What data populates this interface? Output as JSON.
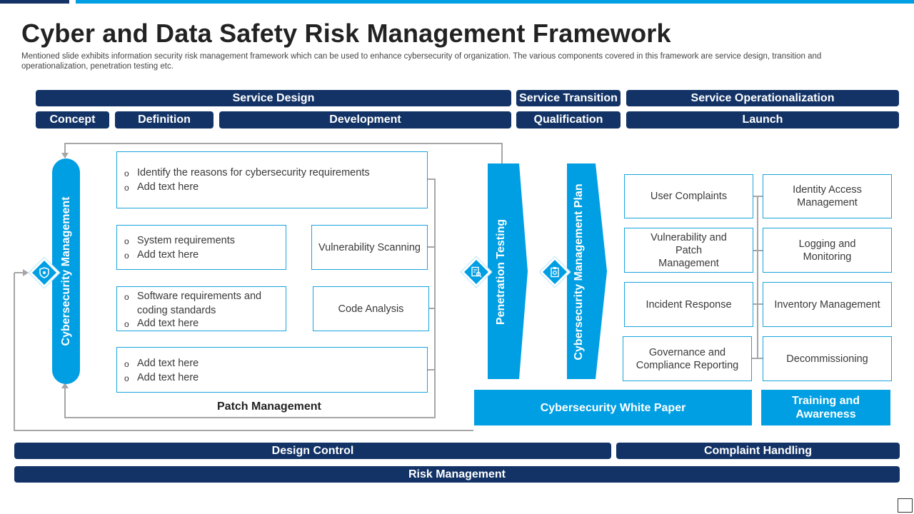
{
  "header": {
    "title": "Cyber and Data Safety Risk Management Framework",
    "subtitle": "Mentioned slide exhibits information security risk management framework which can be used to enhance cybersecurity of organization. The various components covered in this framework are service design, transition and operationalization, penetration testing etc."
  },
  "phases": {
    "service_design": "Service Design",
    "service_transition": "Service Transition",
    "service_operationalization": "Service Operationalization"
  },
  "stages": {
    "concept": "Concept",
    "definition": "Definition",
    "development": "Development",
    "qualification": "Qualification",
    "launch": "Launch"
  },
  "left_pillar": {
    "label": "Cybersecurity Management"
  },
  "design_boxes": {
    "identify": {
      "line1": "Identify the reasons for cybersecurity requirements",
      "line2": "Add text here"
    },
    "system": {
      "line1": "System requirements",
      "line2": "Add text here"
    },
    "software": {
      "line1a": "Software requirements and",
      "line1b": "coding standards",
      "line2": "Add text here"
    },
    "other": {
      "line1": "Add text here",
      "line2": "Add text here"
    },
    "bullet_glyph": "o",
    "vulnerability_scanning": "Vulnerability Scanning",
    "code_analysis": "Code Analysis",
    "patch_management": "Patch Management"
  },
  "transition": {
    "penetration_testing": "Penetration Testing",
    "management_plan": "Cybersecurity Management Plan"
  },
  "operations": {
    "left": [
      {
        "line1": "User Complaints",
        "line2": "",
        "line3": ""
      },
      {
        "line1": "Vulnerability and",
        "line2": "Patch",
        "line3": "Management"
      },
      {
        "line1": "Incident Response",
        "line2": "",
        "line3": ""
      },
      {
        "line1": "Governance and",
        "line2": "Compliance Reporting",
        "line3": ""
      }
    ],
    "right": [
      {
        "line1": "Identity Access",
        "line2": "Management"
      },
      {
        "line1": "Logging and",
        "line2": "Monitoring"
      },
      {
        "line1": "Inventory Management",
        "line2": ""
      },
      {
        "line1": "Decommissioning",
        "line2": ""
      }
    ],
    "white_paper": "Cybersecurity White Paper",
    "training_line1": "Training and",
    "training_line2": "Awareness"
  },
  "footer": {
    "design_control": "Design Control",
    "complaint_handling": "Complaint Handling",
    "risk_management": "Risk Management"
  },
  "icons": {
    "shield": "shield-icon",
    "document_search": "document-search-icon",
    "clipboard": "clipboard-icon"
  },
  "colors": {
    "navy": "#133366",
    "accent_blue": "#009fe3",
    "box_border": "#1aa3dd",
    "connector": "#a6a6a6"
  }
}
